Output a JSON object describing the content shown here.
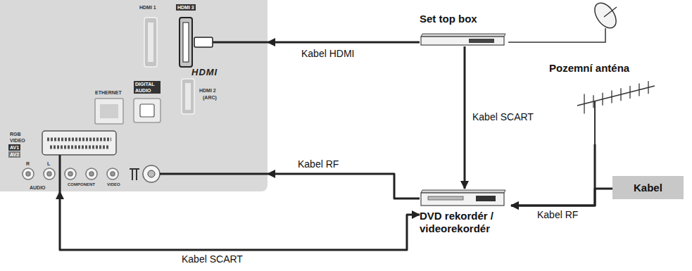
{
  "diagram": {
    "nodes": [
      {
        "text": [
          "HDMI 1",
          "HDMI 3",
          "HDMI",
          "ETHERNET",
          "DIGITAL AUDIO",
          "HDMI 2",
          "(ARC)",
          "RGB",
          "VIDEO",
          "AV1",
          "AV2",
          "COMPONENT",
          "AUDIO",
          "R",
          "L",
          "VIDEO"
        ]
      },
      {
        "text": [
          "Set top box"
        ]
      },
      {
        "text": [
          "Pozemní anténa"
        ]
      },
      {
        "text": [
          "DVD rekordér / videorekordér"
        ]
      },
      {
        "text": [
          "Kabel"
        ]
      }
    ],
    "edges": [
      {
        "from": 1,
        "to": 0,
        "arrow": "to",
        "label": "Kabel HDMI"
      },
      {
        "from": 1,
        "to": 3,
        "arrow": "to",
        "label": "Kabel SCART"
      },
      {
        "from": 3,
        "to": 0,
        "arrow": "to",
        "label": "Kabel RF"
      },
      {
        "from": 0,
        "to": 3,
        "arrow": "both",
        "label": "Kabel SCART"
      },
      {
        "from": 2,
        "to": 3,
        "arrow": "to"
      },
      {
        "from": 4,
        "to": 3,
        "arrow": "to",
        "label": "Kabel RF"
      }
    ]
  }
}
